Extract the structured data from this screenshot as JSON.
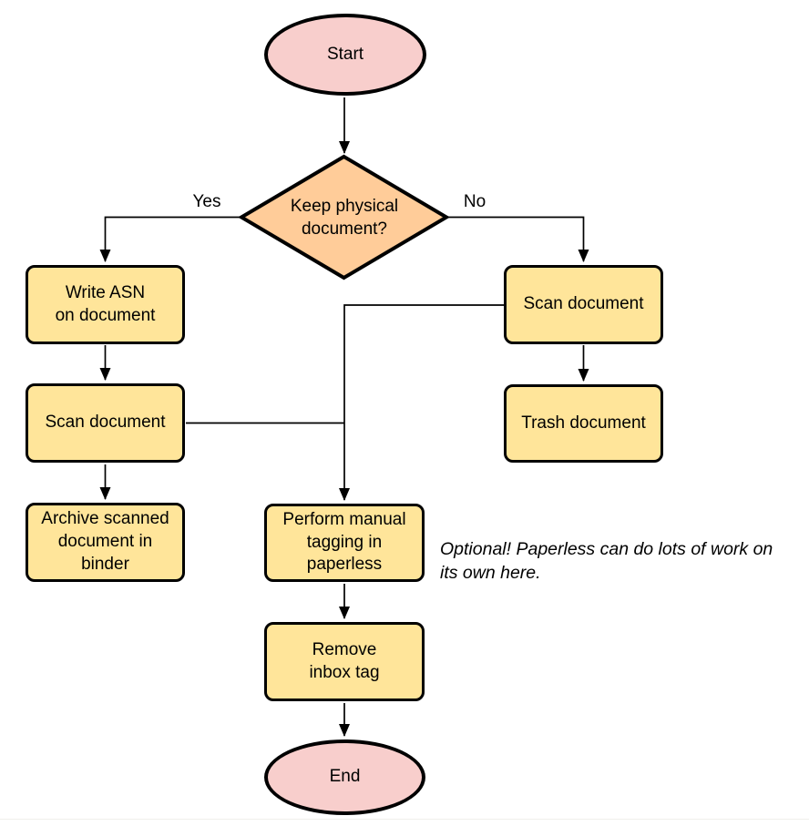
{
  "colors": {
    "terminal_fill": "#f8cecc",
    "decision_fill": "#ffcc99",
    "process_fill": "#ffe59a",
    "stroke": "#000000"
  },
  "nodes": {
    "start": "Start",
    "decision": "Keep physical\ndocument?",
    "write_asn": "Write ASN\non document",
    "scan_left": "Scan document",
    "archive": "Archive scanned\ndocument in\nbinder",
    "scan_right": "Scan document",
    "trash": "Trash document",
    "tagging": "Perform manual\ntagging in\npaperless",
    "remove_inbox": "Remove\ninbox tag",
    "end": "End"
  },
  "edge_labels": {
    "yes": "Yes",
    "no": "No"
  },
  "annotation": "Optional! Paperless can do lots of work on\nits own here."
}
